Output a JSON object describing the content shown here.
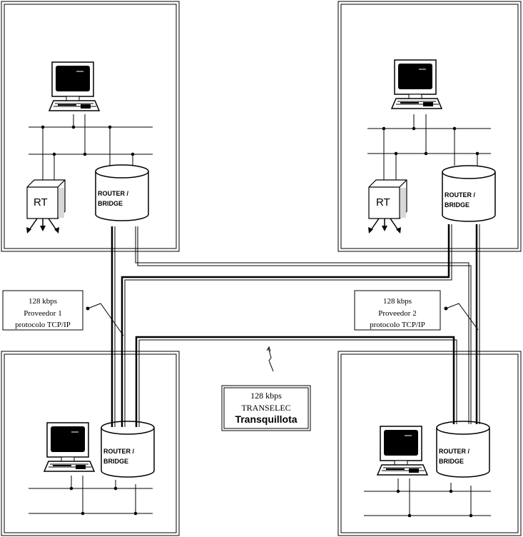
{
  "router": {
    "line1": "ROUTER /",
    "line2": "BRIDGE"
  },
  "rt_label": "RT",
  "links": {
    "left": {
      "line1": "128 kbps",
      "line2": "Proveedor 1",
      "line3": "protocolo TCP/IP"
    },
    "right": {
      "line1": "128 kbps",
      "line2": "Proveedor 2",
      "line3": "protocolo TCP/IP"
    },
    "center": {
      "line1": "128 kbps",
      "line2": "TRANSELEC",
      "line3": "Transquillota"
    }
  },
  "icons": [
    "computer-icon",
    "rt-box-icon",
    "router-cylinder-icon",
    "lightning-icon",
    "arrow-down-icon"
  ]
}
